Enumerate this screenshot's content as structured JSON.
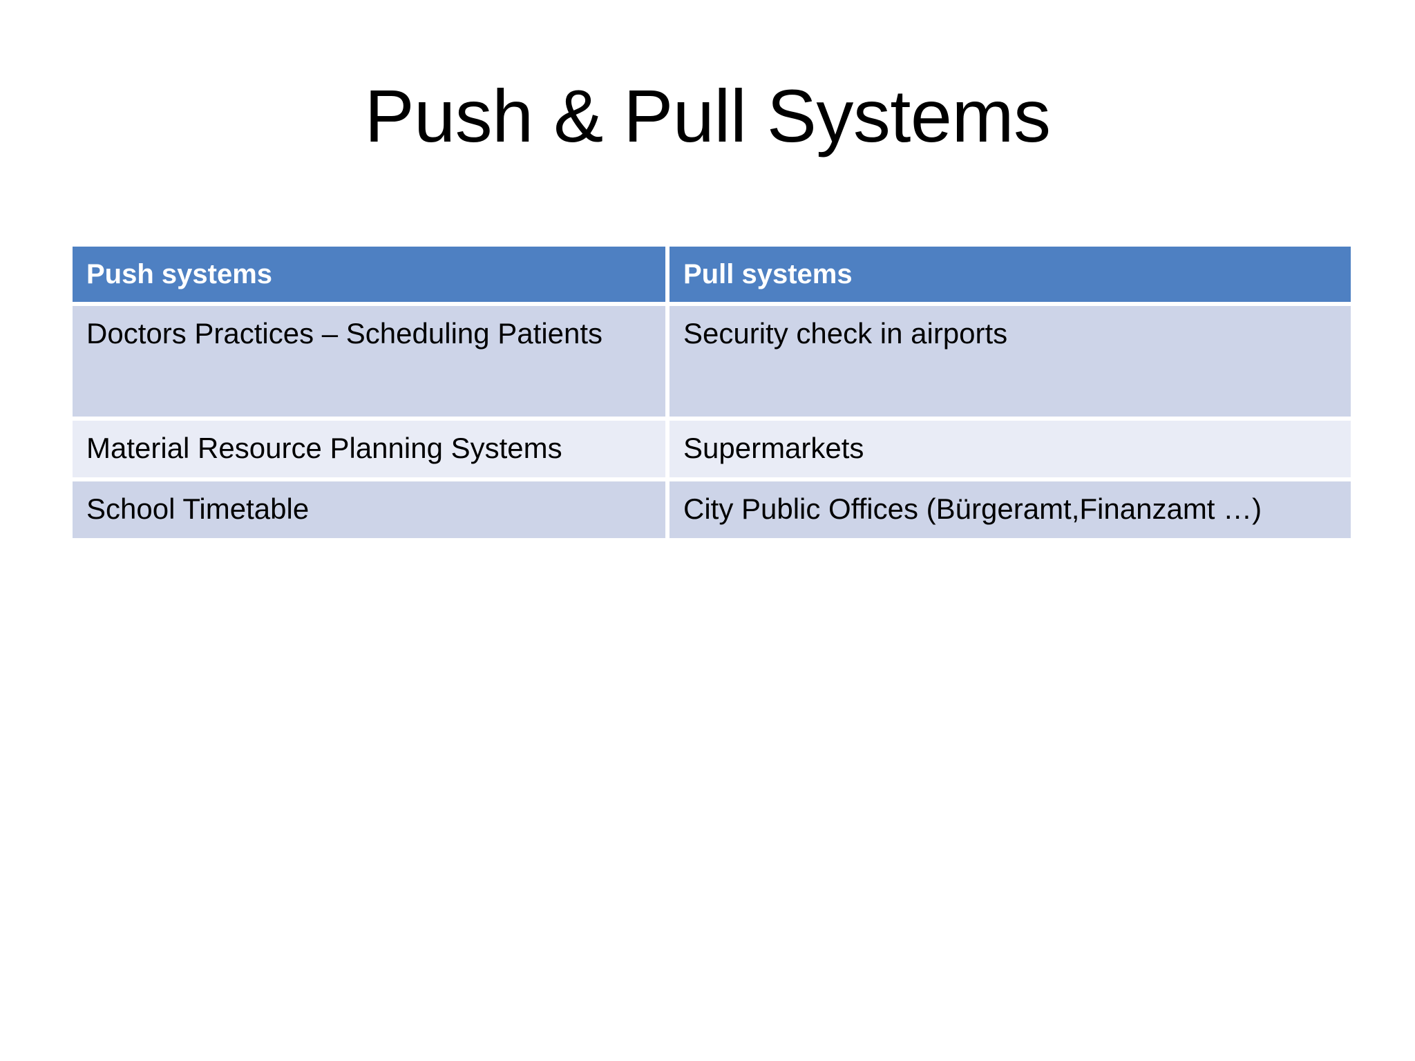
{
  "slide": {
    "title": "Push & Pull Systems",
    "background_color": "#FFFFFF"
  },
  "colors": {
    "header_blue": "#4E80C2",
    "header_text": "#FFFFFF",
    "row_band_a": "#CDD4E8",
    "row_band_b": "#E9ECF6",
    "body_text": "#000000"
  },
  "table": {
    "columns": [
      {
        "key": "push",
        "header": "Push systems"
      },
      {
        "key": "pull",
        "header": "Pull systems"
      }
    ],
    "rows": [
      {
        "band": "a",
        "push": "Doctors Practices – Scheduling Patients",
        "pull": "Security check in airports"
      },
      {
        "band": "b",
        "push": "Material Resource Planning Systems",
        "pull": "Supermarkets"
      },
      {
        "band": "a",
        "push": "School Timetable",
        "pull": "City Public Offices (Bürgeramt,Finanzamt …)"
      }
    ]
  }
}
